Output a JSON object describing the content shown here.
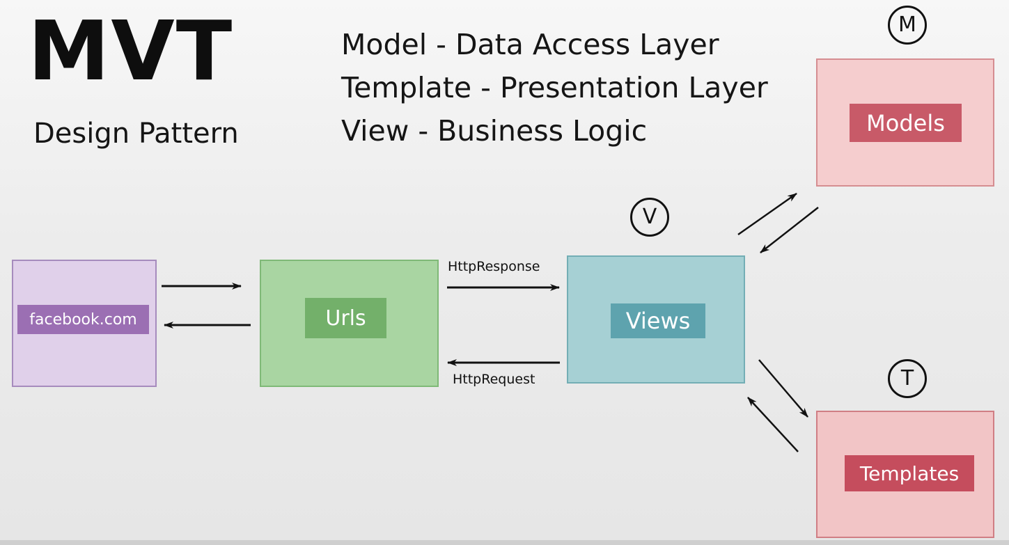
{
  "title": "MVT",
  "subtitle": "Design Pattern",
  "legend": [
    "Model - Data Access Layer",
    "Template - Presentation Layer",
    "View - Business Logic"
  ],
  "nodes": {
    "client": "facebook.com",
    "urls": "Urls",
    "views": "Views",
    "models": "Models",
    "templates": "Templates"
  },
  "markers": {
    "model": "M",
    "view": "V",
    "template": "T"
  },
  "edges": {
    "response": "HttpResponse",
    "request": "HttpRequest"
  },
  "colors": {
    "client": "#9b6fb3",
    "urls": "#73b06a",
    "views": "#5ea3ae",
    "models": "#c85a68",
    "templates": "#c54d5d"
  }
}
